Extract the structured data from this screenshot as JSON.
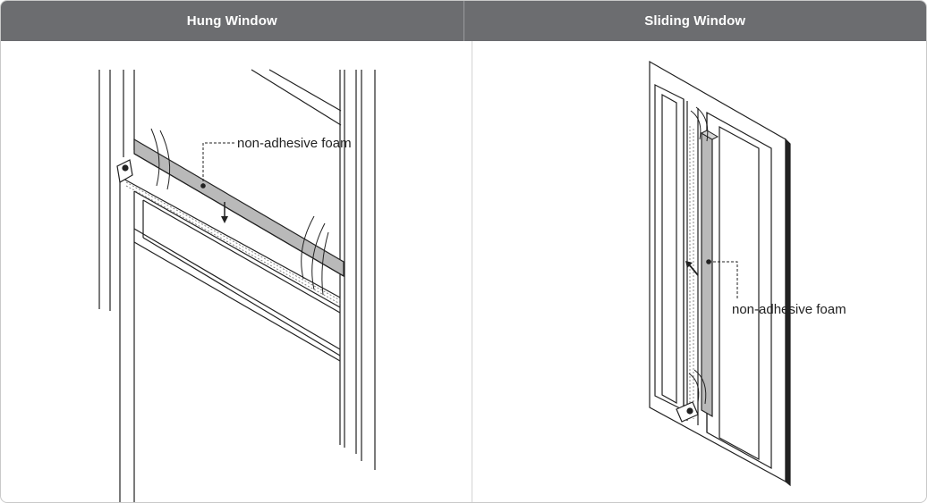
{
  "panels": [
    {
      "title": "Hung Window",
      "callout": "non-adhesive foam"
    },
    {
      "title": "Sliding Window",
      "callout": "non-adhesive foam"
    }
  ],
  "colors": {
    "header_bg": "#6c6d70",
    "header_text": "#ffffff",
    "foam_fill": "#b9b9b9",
    "line": "#222222"
  },
  "icons": {
    "foam_strip": "foam-strip-icon",
    "mounting_bracket": "bracket-icon",
    "insert_arrow": "arrow-icon"
  }
}
